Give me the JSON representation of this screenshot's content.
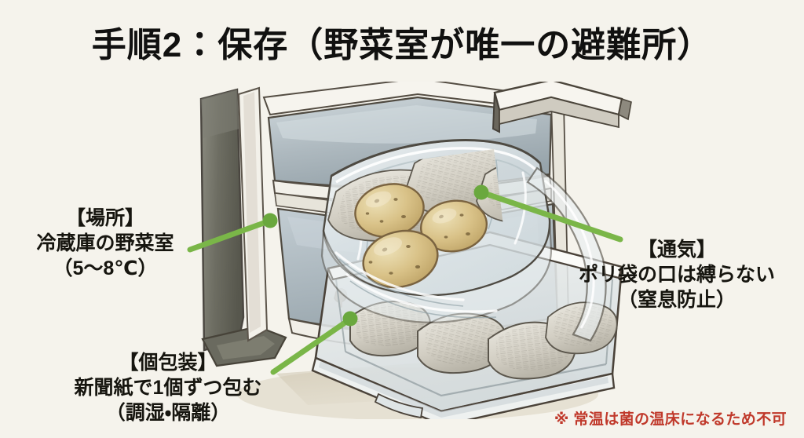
{
  "page": {
    "background_color": "#f5f3ec",
    "title": "手順2：保存（野菜室が唯一の避難所）"
  },
  "annotations": {
    "place": {
      "heading": "【場所】",
      "line2": "冷蔵庫の野菜室",
      "line3": "（5〜8℃）"
    },
    "ventilation": {
      "heading": "【通気】",
      "line2": "ポリ袋の口は縛らない",
      "line3": "（窒息防止）"
    },
    "wrapping": {
      "heading": "【個包装】",
      "line2": "新聞紙で1個ずつ包む",
      "line3": "（調湿・隔離）"
    }
  },
  "footnote": {
    "text": "※ 常温は菌の温床になるため不可",
    "color": "#c0392b"
  },
  "illustration": {
    "name": "refrigerator-vegetable-drawer-with-bagged-potatoes",
    "description": "開いた冷蔵庫の野菜室に、新聞紙で包んだじゃがいもを入れた口を開けたポリ袋",
    "colors": {
      "leader_line": "#7ab648",
      "fridge_door_dark": "#6e6e63",
      "fridge_panel_blue": "#b9c4ca",
      "potato": "#d8c089",
      "newspaper": "#d6d2c8",
      "outline": "#4a4036"
    }
  }
}
